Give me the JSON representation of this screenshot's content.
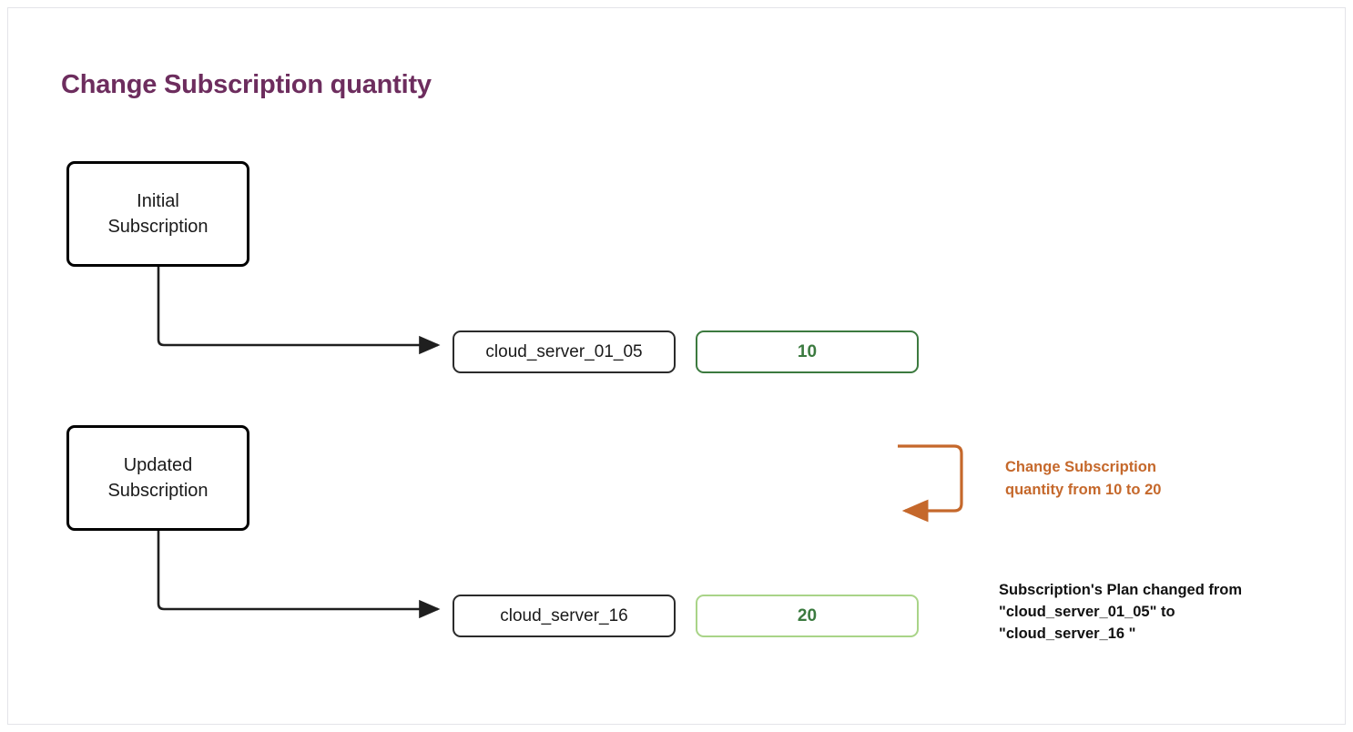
{
  "page": {
    "title": "Change Subscription quantity",
    "title_color": "#6d2d5e",
    "background": "#ffffff",
    "border_color": "#e3e4e8"
  },
  "diagram": {
    "type": "flow",
    "rows": [
      {
        "id": "initial",
        "node_label": "Initial\nSubscription",
        "plan_label": "cloud_server_01_05",
        "quantity_label": "10",
        "quantity_border_color": "#3c7a3f",
        "quantity_text_color": "#3b7a3f",
        "node_border_color": "#000000",
        "plan_border_color": "#2b2b2b",
        "connector_color": "#1f1f1f"
      },
      {
        "id": "updated",
        "node_label": "Updated\nSubscription",
        "plan_label": "cloud_server_16",
        "quantity_label": "20",
        "quantity_border_color": "#a9d488",
        "quantity_text_color": "#3b7a3f",
        "node_border_color": "#000000",
        "plan_border_color": "#2b2b2b",
        "connector_color": "#1f1f1f"
      }
    ],
    "annotations": [
      {
        "id": "change-quantity",
        "text": "Change Subscription\nquantity from 10 to 20",
        "color": "#c5682b",
        "arrow": "u-turn-left-arrow"
      },
      {
        "id": "plan-change-note",
        "text": "Subscription's Plan changed from\n\"cloud_server_01_05\" to\n\"cloud_server_16 \"",
        "color": "#111111"
      }
    ]
  }
}
